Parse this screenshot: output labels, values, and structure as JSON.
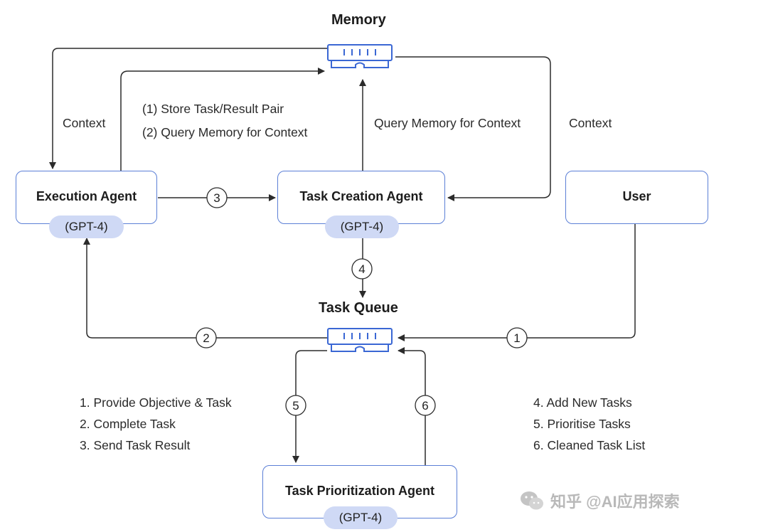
{
  "headers": {
    "memory": "Memory",
    "task_queue": "Task Queue"
  },
  "nodes": {
    "execution_agent": {
      "title": "Execution Agent",
      "model": "(GPT-4)"
    },
    "task_creation_agent": {
      "title": "Task Creation Agent",
      "model": "(GPT-4)"
    },
    "user": {
      "title": "User"
    },
    "task_prioritization_agent": {
      "title": "Task Prioritization Agent",
      "model": "(GPT-4)"
    }
  },
  "edge_labels": {
    "context_left": "Context",
    "context_right": "Context",
    "store_pair": "(1) Store Task/Result Pair",
    "query_memory": "(2) Query Memory for Context",
    "query_memory_context": "Query Memory for Context"
  },
  "step_badges": [
    "1",
    "2",
    "3",
    "4",
    "5",
    "6"
  ],
  "legend_left": [
    "1. Provide Objective & Task",
    "2. Complete Task",
    "3. Send Task Result"
  ],
  "legend_right": [
    "4. Add New Tasks",
    "5. Prioritise Tasks",
    "6. Cleaned Task List"
  ],
  "watermark": "知乎 @AI应用探索",
  "colors": {
    "node_border": "#5b7fd6",
    "pill_fill": "#cfd9f5",
    "arrow": "#2b2b2b",
    "store_icon": "#3a67d4"
  },
  "icons": {
    "memory": "storage-module-icon",
    "task_queue": "storage-module-icon",
    "watermark": "wechat-icon"
  }
}
